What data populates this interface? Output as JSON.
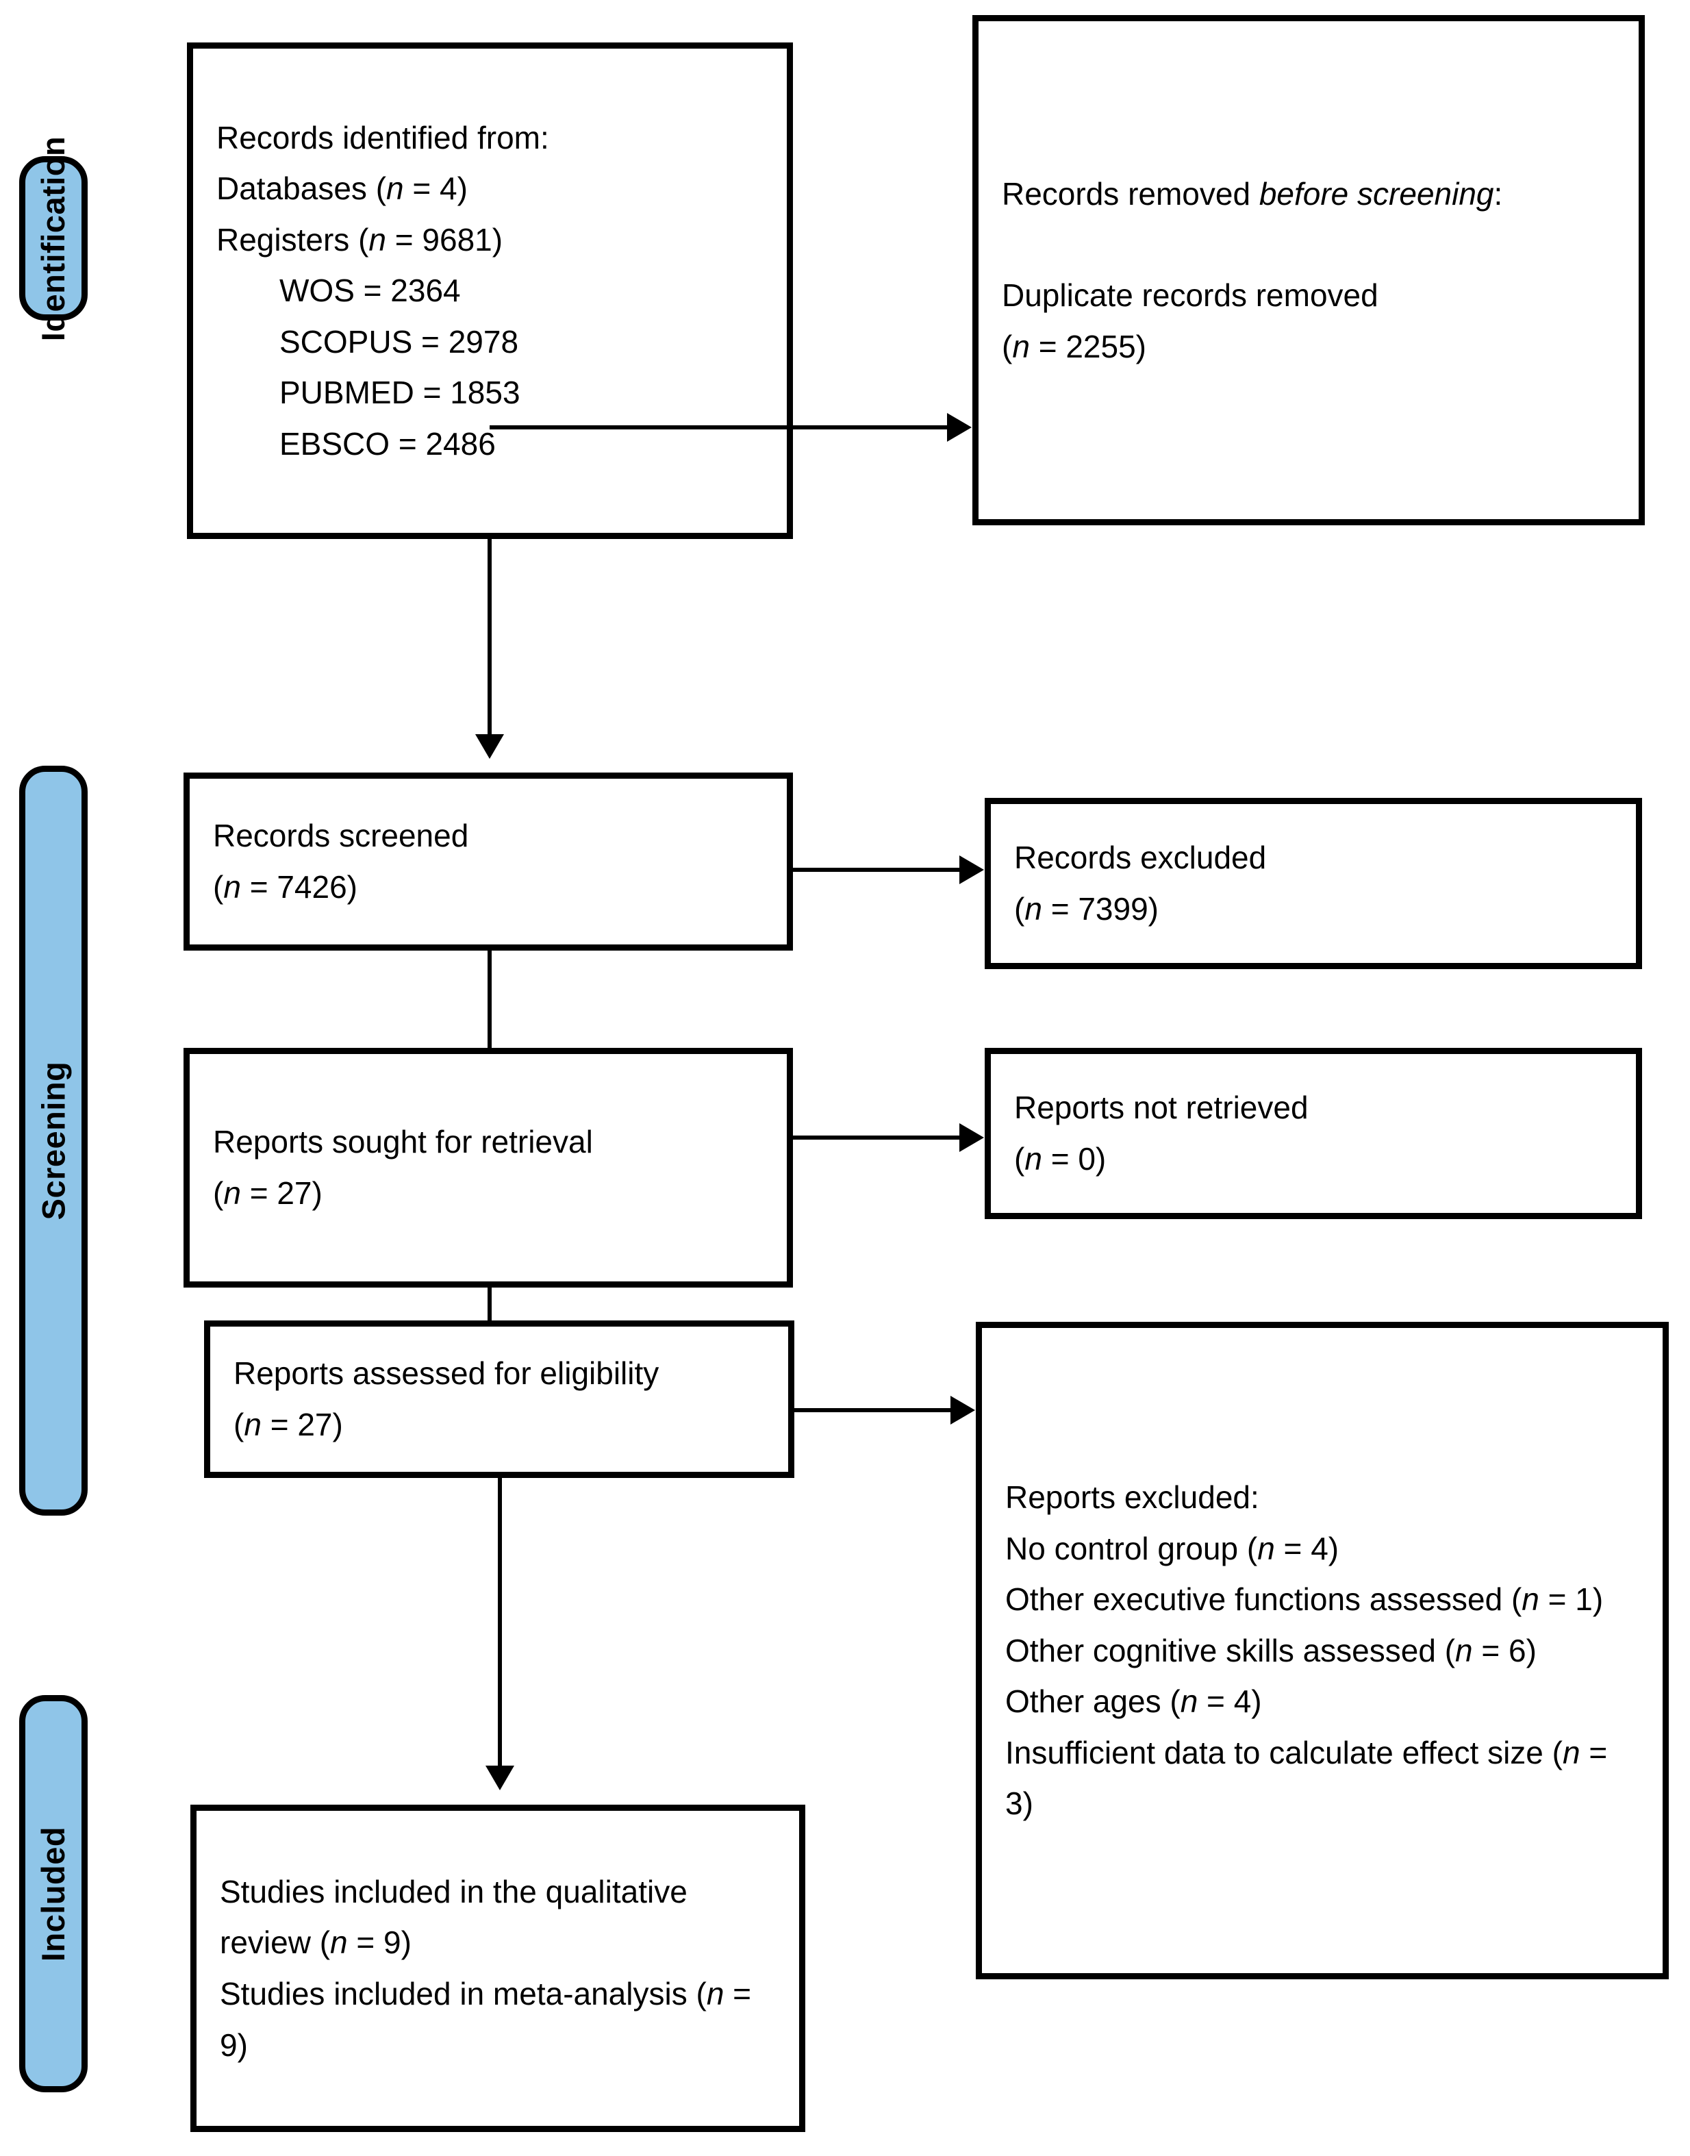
{
  "diagram": {
    "title": "PRISMA 2020 flow diagram",
    "accent_color": "#8FC5E8",
    "line_color": "#000000",
    "box_fill": "#FFFFFF"
  },
  "stages": [
    {
      "id": "identification",
      "label": "Identification"
    },
    {
      "id": "screening",
      "label": "Screening"
    },
    {
      "id": "included",
      "label": "Included"
    }
  ],
  "boxes": {
    "records_identified": {
      "heading": "Records identified from:",
      "databases": "Databases (n = 4)",
      "registers": "Registers (n = 9681)",
      "sources": [
        "WOS = 2364",
        "SCOPUS = 2978",
        "PUBMED = 1853",
        "EBSCO = 2486"
      ]
    },
    "records_removed": {
      "heading_plain": "Records removed ",
      "heading_italic": "before screening",
      "heading_tail": ":",
      "line1": "Duplicate records removed",
      "line2": "(n = 2255)"
    },
    "records_screened": {
      "line1": "Records screened",
      "line2": "(n = 7426)"
    },
    "records_excluded": {
      "line1": "Records excluded",
      "line2": "(n = 7399)"
    },
    "reports_sought": {
      "line1": "Reports sought for retrieval",
      "line2": "(n = 27)"
    },
    "reports_not_retrieved": {
      "line1": "Reports not retrieved",
      "line2": "(n = 0)"
    },
    "reports_assessed": {
      "line1": "Reports assessed for eligibility",
      "line2": "(n = 27)"
    },
    "reports_excluded": {
      "heading": "Reports excluded:",
      "reasons": [
        "No control group (n = 4)",
        "Other executive functions assessed (n = 1)",
        "Other cognitive skills assessed (n = 6)",
        "Other ages (n = 4)",
        "Insufficient data to calculate effect size (n = 3)"
      ]
    },
    "studies_included": {
      "line1": "Studies included in the qualitative review (n = 9)",
      "line2": "Studies included in meta-analysis (n = 9)"
    }
  }
}
